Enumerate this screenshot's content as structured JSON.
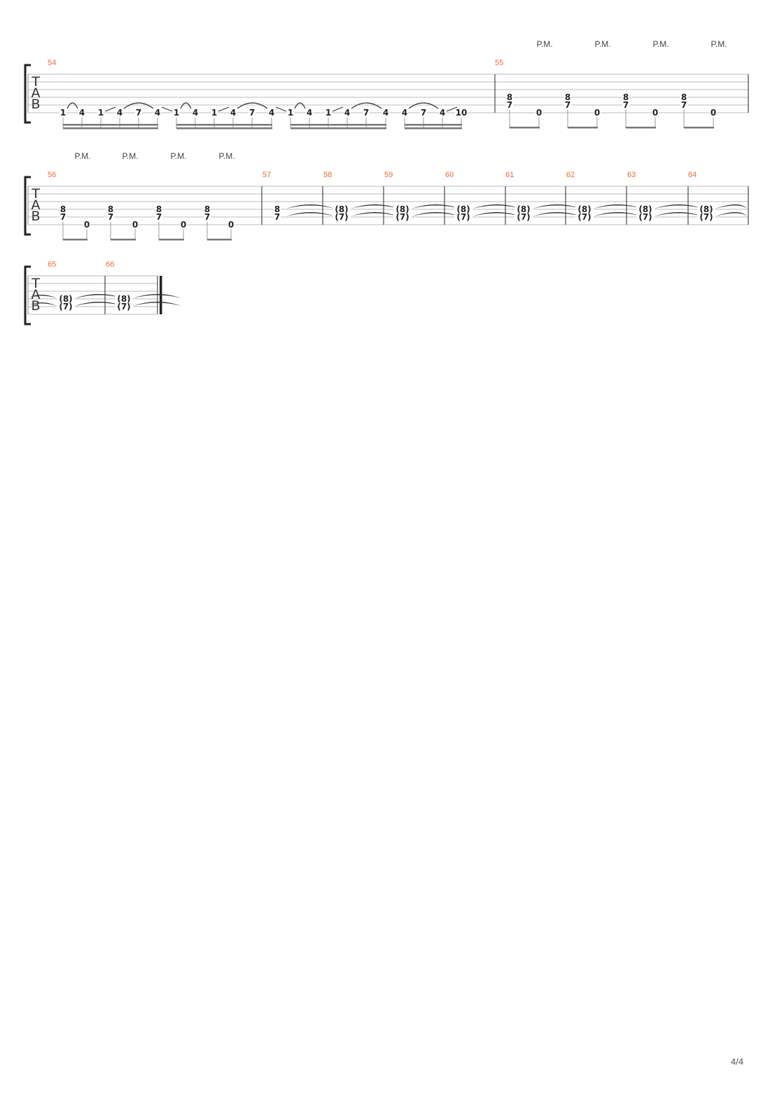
{
  "clef": [
    "T",
    "A",
    "B"
  ],
  "palm_mute_label": "P.M.",
  "page_number": "4/4",
  "colors": {
    "measure_number": "#f06a35",
    "staff_line": "#bbbbbb",
    "barline": "#222222"
  },
  "measures": [
    {
      "number": "54",
      "beats": [
        [
          {
            "fret": "1",
            "string": 6
          }
        ],
        [
          {
            "fret": "4",
            "string": 6
          }
        ],
        [
          {
            "fret": "1",
            "string": 6
          }
        ],
        [
          {
            "fret": "4",
            "string": 6
          }
        ],
        [
          {
            "fret": "7",
            "string": 6
          }
        ],
        [
          {
            "fret": "4",
            "string": 6
          }
        ],
        [
          {
            "fret": "1",
            "string": 6
          }
        ],
        [
          {
            "fret": "4",
            "string": 6
          }
        ],
        [
          {
            "fret": "1",
            "string": 6
          }
        ],
        [
          {
            "fret": "4",
            "string": 6
          }
        ],
        [
          {
            "fret": "7",
            "string": 6
          }
        ],
        [
          {
            "fret": "4",
            "string": 6
          }
        ],
        [
          {
            "fret": "1",
            "string": 6
          }
        ],
        [
          {
            "fret": "4",
            "string": 6
          }
        ],
        [
          {
            "fret": "1",
            "string": 6
          }
        ],
        [
          {
            "fret": "4",
            "string": 6
          }
        ],
        [
          {
            "fret": "7",
            "string": 6
          }
        ],
        [
          {
            "fret": "4",
            "string": 6
          }
        ],
        [
          {
            "fret": "4",
            "string": 6
          }
        ],
        [
          {
            "fret": "7",
            "string": 6
          }
        ],
        [
          {
            "fret": "4",
            "string": 6
          }
        ],
        [
          {
            "fret": "10",
            "string": 6
          }
        ]
      ]
    },
    {
      "number": "55",
      "palm_mute": true,
      "beats": [
        [
          {
            "fret": "8",
            "string": 4
          },
          {
            "fret": "7",
            "string": 5
          }
        ],
        [
          {
            "fret": "0",
            "string": 6
          }
        ],
        [
          {
            "fret": "8",
            "string": 4
          },
          {
            "fret": "7",
            "string": 5
          }
        ],
        [
          {
            "fret": "0",
            "string": 6
          }
        ],
        [
          {
            "fret": "8",
            "string": 4
          },
          {
            "fret": "7",
            "string": 5
          }
        ],
        [
          {
            "fret": "0",
            "string": 6
          }
        ],
        [
          {
            "fret": "8",
            "string": 4
          },
          {
            "fret": "7",
            "string": 5
          }
        ],
        [
          {
            "fret": "0",
            "string": 6
          }
        ]
      ]
    },
    {
      "number": "56",
      "palm_mute": true,
      "beats": [
        [
          {
            "fret": "8",
            "string": 4
          },
          {
            "fret": "7",
            "string": 5
          }
        ],
        [
          {
            "fret": "0",
            "string": 6
          }
        ],
        [
          {
            "fret": "8",
            "string": 4
          },
          {
            "fret": "7",
            "string": 5
          }
        ],
        [
          {
            "fret": "0",
            "string": 6
          }
        ],
        [
          {
            "fret": "8",
            "string": 4
          },
          {
            "fret": "7",
            "string": 5
          }
        ],
        [
          {
            "fret": "0",
            "string": 6
          }
        ],
        [
          {
            "fret": "8",
            "string": 4
          },
          {
            "fret": "7",
            "string": 5
          }
        ],
        [
          {
            "fret": "0",
            "string": 6
          }
        ]
      ]
    },
    {
      "number": "57",
      "beats": [
        [
          {
            "fret": "8",
            "string": 4
          },
          {
            "fret": "7",
            "string": 5
          }
        ]
      ]
    },
    {
      "number": "58",
      "beats": [
        [
          {
            "fret": "(8)",
            "string": 4
          },
          {
            "fret": "(7)",
            "string": 5
          }
        ]
      ]
    },
    {
      "number": "59",
      "beats": [
        [
          {
            "fret": "(8)",
            "string": 4
          },
          {
            "fret": "(7)",
            "string": 5
          }
        ]
      ]
    },
    {
      "number": "60",
      "beats": [
        [
          {
            "fret": "(8)",
            "string": 4
          },
          {
            "fret": "(7)",
            "string": 5
          }
        ]
      ]
    },
    {
      "number": "61",
      "beats": [
        [
          {
            "fret": "(8)",
            "string": 4
          },
          {
            "fret": "(7)",
            "string": 5
          }
        ]
      ]
    },
    {
      "number": "62",
      "beats": [
        [
          {
            "fret": "(8)",
            "string": 4
          },
          {
            "fret": "(7)",
            "string": 5
          }
        ]
      ]
    },
    {
      "number": "63",
      "beats": [
        [
          {
            "fret": "(8)",
            "string": 4
          },
          {
            "fret": "(7)",
            "string": 5
          }
        ]
      ]
    },
    {
      "number": "64",
      "beats": [
        [
          {
            "fret": "(8)",
            "string": 4
          },
          {
            "fret": "(7)",
            "string": 5
          }
        ]
      ]
    },
    {
      "number": "65",
      "beats": [
        [
          {
            "fret": "(8)",
            "string": 4
          },
          {
            "fret": "(7)",
            "string": 5
          }
        ]
      ]
    },
    {
      "number": "66",
      "beats": [
        [
          {
            "fret": "(8)",
            "string": 4
          },
          {
            "fret": "(7)",
            "string": 5
          }
        ]
      ]
    }
  ]
}
